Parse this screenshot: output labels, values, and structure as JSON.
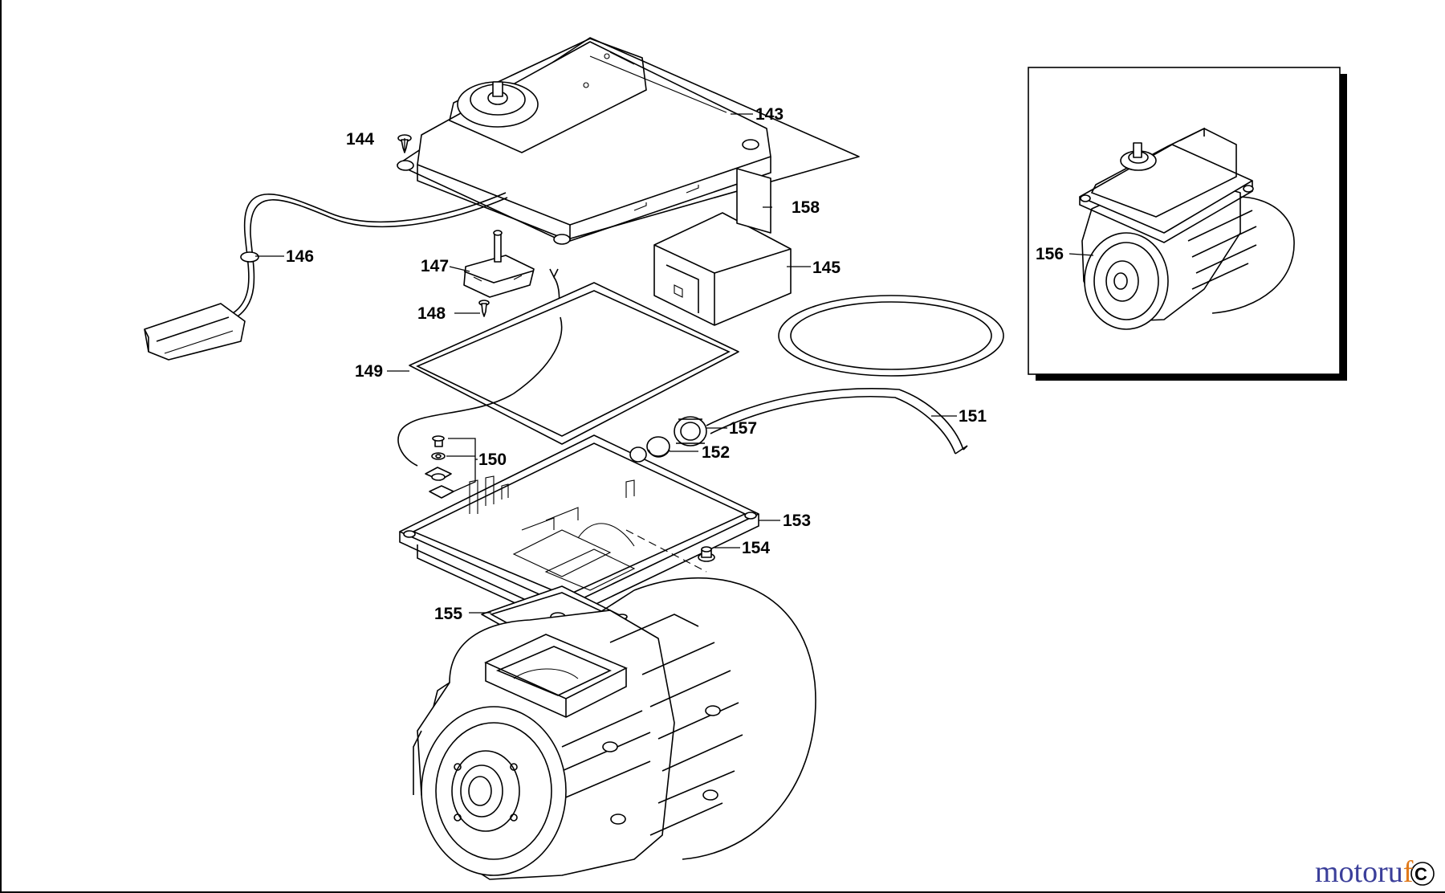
{
  "diagram": {
    "parts": [
      {
        "id": "143"
      },
      {
        "id": "144"
      },
      {
        "id": "145"
      },
      {
        "id": "146"
      },
      {
        "id": "147"
      },
      {
        "id": "148"
      },
      {
        "id": "149"
      },
      {
        "id": "150"
      },
      {
        "id": "151"
      },
      {
        "id": "152"
      },
      {
        "id": "153"
      },
      {
        "id": "154"
      },
      {
        "id": "155"
      },
      {
        "id": "156"
      },
      {
        "id": "157"
      },
      {
        "id": "158"
      }
    ],
    "corner_mark": "C"
  },
  "watermark": {
    "brand_a": "motoru",
    "brand_b": "f"
  },
  "colors": {
    "line": "#000000",
    "background": "#ffffff",
    "brand_a": "#3b3f9a",
    "brand_b": "#e07a1c"
  }
}
